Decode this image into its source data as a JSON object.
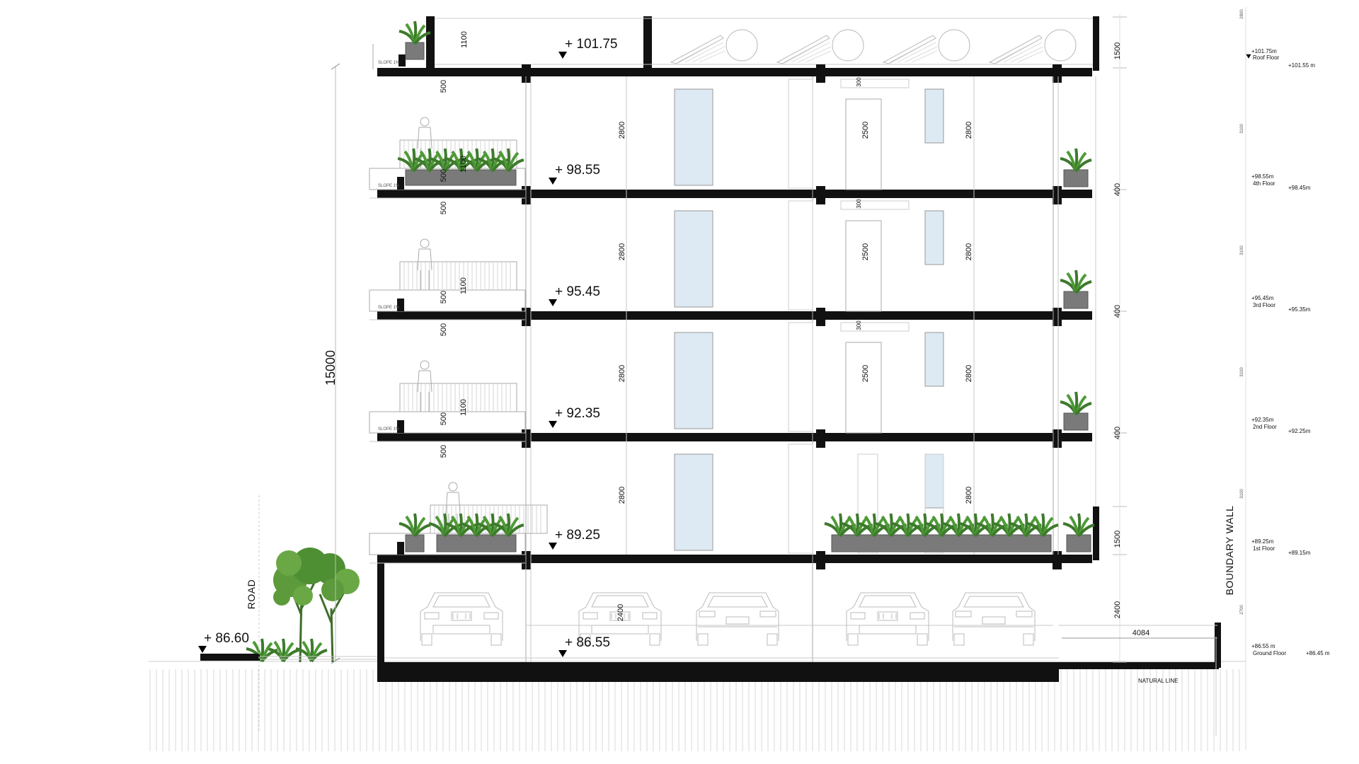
{
  "levels": [
    {
      "id": "roof",
      "value": "+ 101.75"
    },
    {
      "id": "fourth",
      "value": "+ 98.55"
    },
    {
      "id": "third",
      "value": "+ 95.45"
    },
    {
      "id": "second",
      "value": "+ 92.35"
    },
    {
      "id": "first",
      "value": "+ 89.25"
    },
    {
      "id": "ground",
      "value": "+ 86.55"
    },
    {
      "id": "road",
      "value": "+ 86.60"
    }
  ],
  "right_levels": [
    {
      "top": "+101.75m",
      "name": "Roof Floor",
      "alt": "+101.55 m"
    },
    {
      "top": "+98.55m",
      "name": "4th Floor",
      "alt": "+98.45m"
    },
    {
      "top": "+95.45m",
      "name": "3rd Floor",
      "alt": "+95.35m"
    },
    {
      "top": "+92.35m",
      "name": "2nd Floor",
      "alt": "+92.25m"
    },
    {
      "top": "+89.25m",
      "name": "1st Floor",
      "alt": "+89.15m"
    },
    {
      "top": "+86.55 m",
      "name": "Ground Floor",
      "alt": "+86.45 m"
    }
  ],
  "floor_to_floor": [
    "2800",
    "3100",
    "3100",
    "3100",
    "3100",
    "2700"
  ],
  "dims": {
    "total_height": "15000",
    "roof_parapet": "1100",
    "roof_side": "1500",
    "first_side": "1500",
    "slab_gap": "500",
    "balcony_rail": "1100",
    "balcony_plinth": "500",
    "room_height": "2800",
    "door_height": "2500",
    "lintel": "300",
    "floor_thk": "400",
    "parking_height": "2400",
    "setback": "4084",
    "slope": "SLOPE 1%"
  },
  "labels": {
    "road": "ROAD",
    "boundary_wall": "BOUNDARY WALL",
    "natural_line": "NATURAL LINE"
  }
}
